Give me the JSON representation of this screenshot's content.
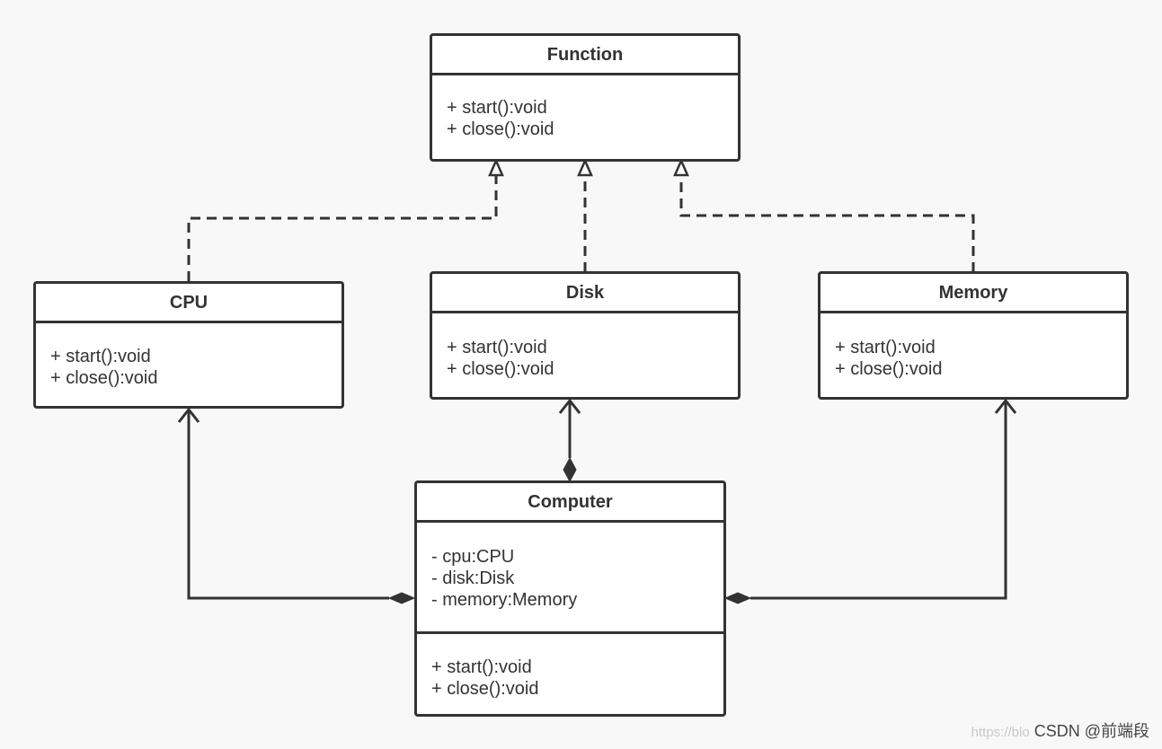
{
  "diagram": {
    "classes": {
      "function": {
        "name": "Function",
        "methods": [
          "+ start():void",
          "+ close():void"
        ]
      },
      "cpu": {
        "name": "CPU",
        "methods": [
          "+ start():void",
          "+ close():void"
        ]
      },
      "disk": {
        "name": "Disk",
        "methods": [
          "+ start():void",
          "+ close():void"
        ]
      },
      "memory": {
        "name": "Memory",
        "methods": [
          "+ start():void",
          "+ close():void"
        ]
      },
      "computer": {
        "name": "Computer",
        "attributes": [
          "- cpu:CPU",
          "- disk:Disk",
          "- memory:Memory"
        ],
        "methods": [
          "+ start():void",
          "+ close():void"
        ]
      }
    },
    "relationships": [
      {
        "type": "realization",
        "from": "CPU",
        "to": "Function"
      },
      {
        "type": "realization",
        "from": "Disk",
        "to": "Function"
      },
      {
        "type": "realization",
        "from": "Memory",
        "to": "Function"
      },
      {
        "type": "composition",
        "whole": "Computer",
        "part": "CPU"
      },
      {
        "type": "composition",
        "whole": "Computer",
        "part": "Disk"
      },
      {
        "type": "composition",
        "whole": "Computer",
        "part": "Memory"
      }
    ],
    "colors": {
      "line": "#333333",
      "box_fill": "#ffffff",
      "background": "#f8f8f8"
    }
  },
  "watermark": {
    "url": "https://blo",
    "text": "CSDN @前端段"
  }
}
